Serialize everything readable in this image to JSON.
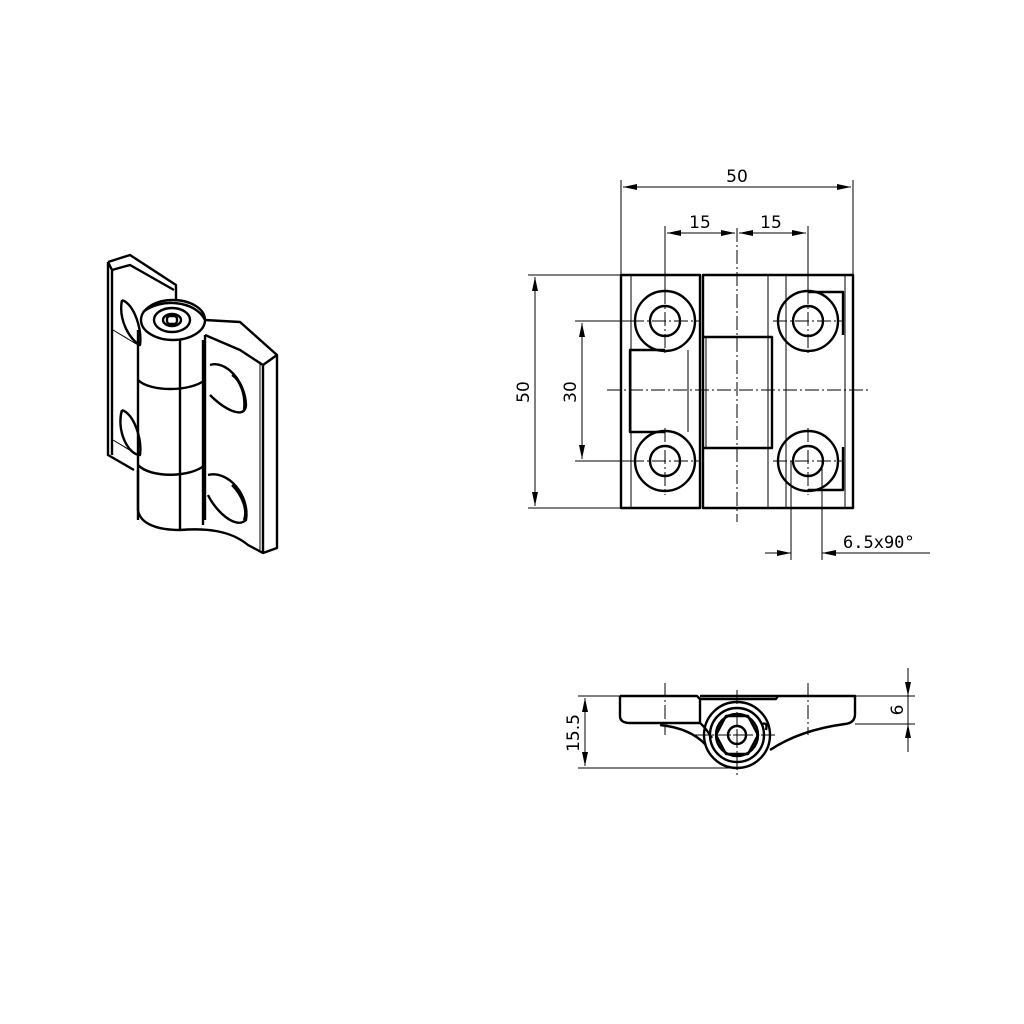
{
  "drawing": {
    "front_view": {
      "overall_width": "50",
      "hole_offset_left": "15",
      "hole_offset_right": "15",
      "overall_height": "50",
      "hole_spacing": "30",
      "countersink": "6.5x90°"
    },
    "side_view": {
      "overall_depth": "15.5",
      "plate_thickness": "6"
    }
  }
}
